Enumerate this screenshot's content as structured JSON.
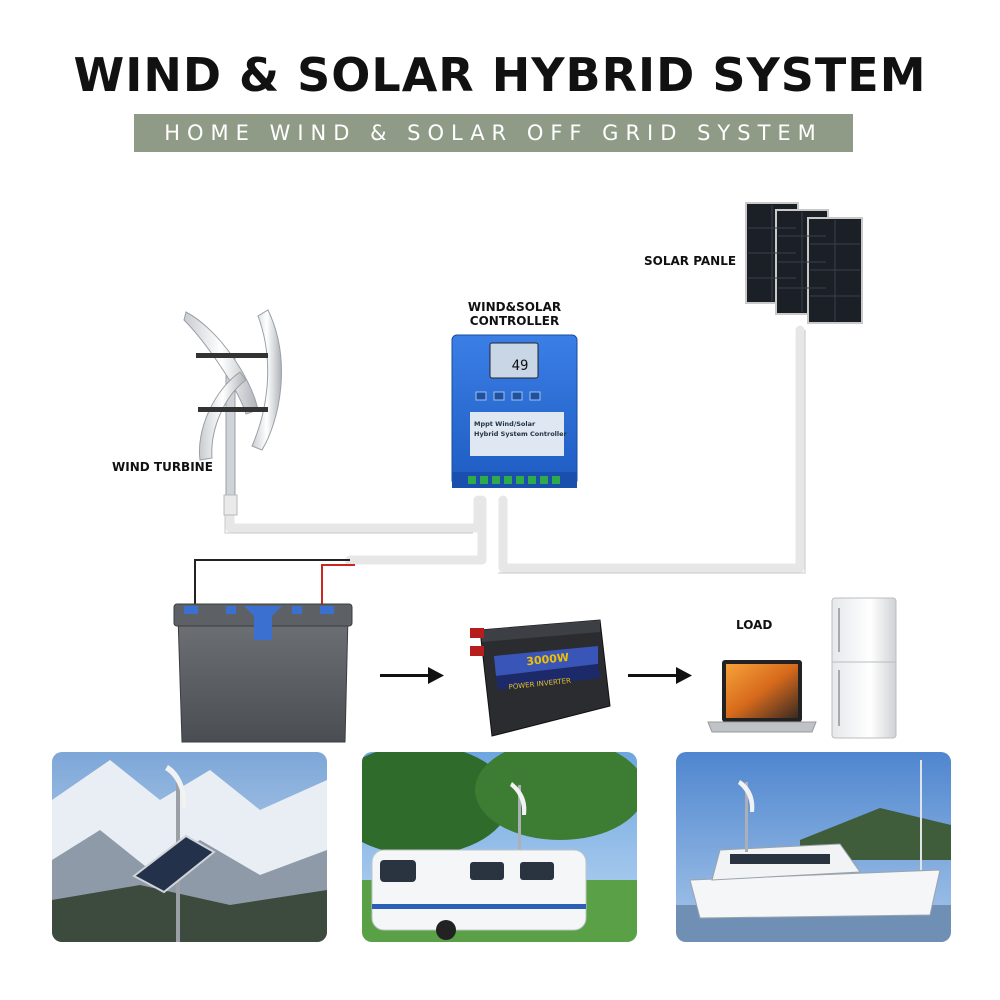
{
  "header": {
    "title": "WIND & SOLAR HYBRID SYSTEM",
    "subtitle": "HOME WIND & SOLAR OFF GRID SYSTEM"
  },
  "components": {
    "wind_turbine": "WIND TURBINE",
    "controller_line1": "WIND&SOLAR",
    "controller_line2": "CONTROLLER",
    "controller_display": "49",
    "controller_panel_title": "Mppt Wind/Solar",
    "controller_panel_subtitle": "Hybrid System Controller",
    "solar_panel": "SOLAR PANLE",
    "load": "LOAD",
    "inverter_rating": "3000W",
    "inverter_text": "POWER INVERTER"
  },
  "colors": {
    "accent_bar": "#8f9b86",
    "controller_blue": "#2f6fd6",
    "wire_red": "#c8281e"
  },
  "icons": [
    "wind-turbine-icon",
    "controller-icon",
    "solar-panel-icon",
    "battery-icon",
    "inverter-icon",
    "laptop-icon",
    "fridge-icon",
    "arrow-icon"
  ]
}
